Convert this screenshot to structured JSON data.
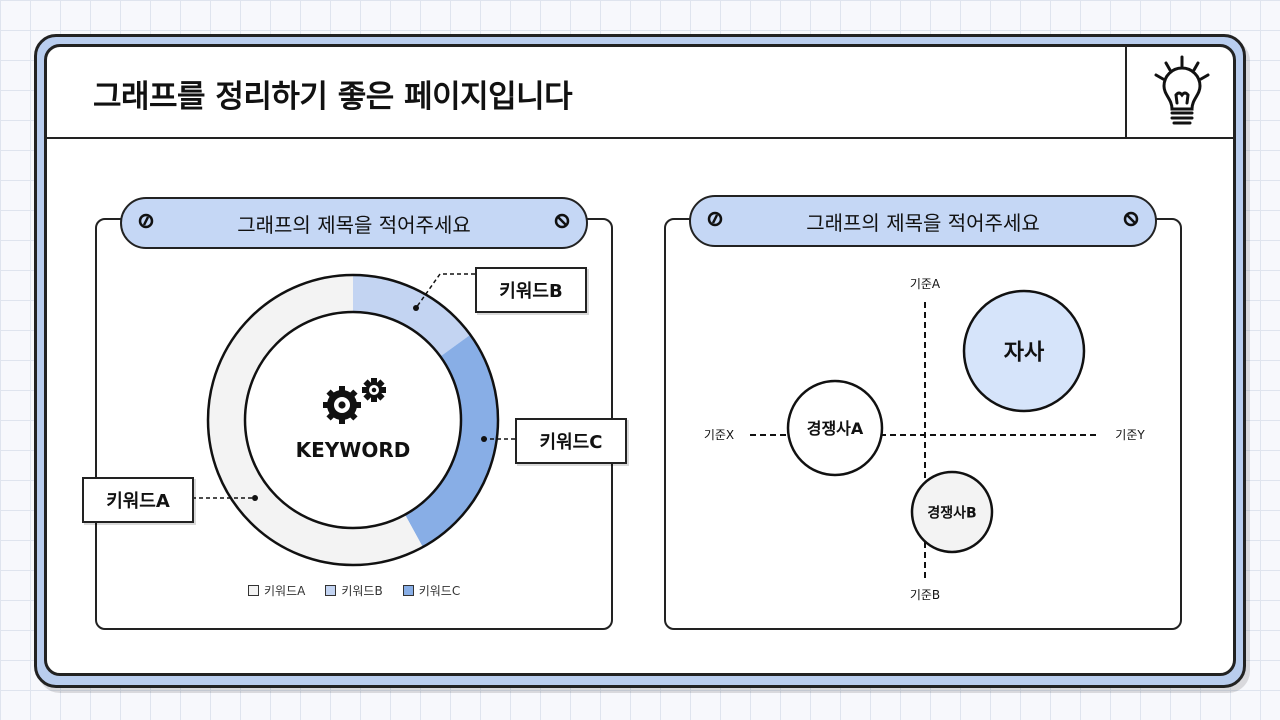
{
  "header": {
    "title": "그래프를 정리하기 좋은 페이지입니다",
    "icon": "lightbulb-icon"
  },
  "colors": {
    "frame": "#b9cdee",
    "ribbon": "#c5d7f5",
    "keyword_a": "#f3f3f3",
    "keyword_b": "#c3d4f2",
    "keyword_c": "#88aee6",
    "own_company": "#d6e4fa",
    "competitor_b": "#f3f3f3"
  },
  "chart_data": [
    {
      "type": "pie",
      "variant": "donut",
      "title": "그래프의 제목을 적어주세요",
      "center_label": "KEYWORD",
      "center_icon": "gears-icon",
      "categories": [
        "키워드A",
        "키워드B",
        "키워드C"
      ],
      "values": [
        58,
        15,
        27
      ],
      "legend": [
        "키워드A",
        "키워드B",
        "키워드C"
      ],
      "legend_placement": "bottom"
    },
    {
      "type": "scatter",
      "variant": "positioning-map",
      "title": "그래프의 제목을 적어주세요",
      "axes": {
        "top": "기준A",
        "bottom": "기준B",
        "left": "기준X",
        "right": "기준Y"
      },
      "bubbles": [
        {
          "label": "자사",
          "x": 0.55,
          "y": 0.6,
          "size": "large"
        },
        {
          "label": "경쟁사A",
          "x": -0.5,
          "y": 0.05,
          "size": "medium"
        },
        {
          "label": "경쟁사B",
          "x": 0.15,
          "y": -0.55,
          "size": "small"
        }
      ]
    }
  ]
}
